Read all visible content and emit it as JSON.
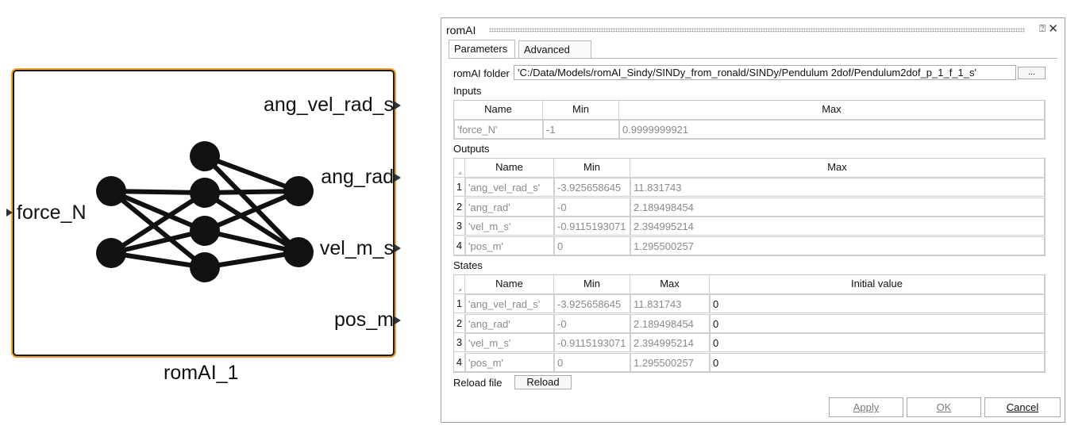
{
  "block": {
    "name": "romAI_1",
    "input_port": "force_N",
    "output_ports": [
      "ang_vel_rad_s",
      "ang_rad",
      "vel_m_s",
      "pos_m"
    ],
    "icon": "neural-network-icon"
  },
  "dialog": {
    "title": "romAI",
    "icons": {
      "help": "question-icon",
      "close": "close-icon"
    },
    "tabs": [
      "Parameters",
      "Advanced"
    ],
    "folder_label": "romAI folder",
    "folder_value": "'C:/Data/Models/romAI_Sindy/SINDy_from_ronald/SINDy/Pendulum 2dof/Pendulum2dof_p_1_f_1_s'",
    "browse_label": "...",
    "inputs": {
      "label": "Inputs",
      "columns": [
        "Name",
        "Min",
        "Max"
      ],
      "rows": [
        [
          "'force_N'",
          "-1",
          "0.9999999921"
        ]
      ]
    },
    "outputs": {
      "label": "Outputs",
      "columns": [
        "Name",
        "Min",
        "Max"
      ],
      "rows": [
        [
          "1",
          "'ang_vel_rad_s'",
          "-3.925658645",
          "11.831743"
        ],
        [
          "2",
          "'ang_rad'",
          "-0",
          "2.189498454"
        ],
        [
          "3",
          "'vel_m_s'",
          "-0.9115193071",
          "2.394995214"
        ],
        [
          "4",
          "'pos_m'",
          "0",
          "1.295500257"
        ]
      ]
    },
    "states": {
      "label": "States",
      "columns": [
        "Name",
        "Min",
        "Max",
        "Initial value"
      ],
      "rows": [
        [
          "1",
          "'ang_vel_rad_s'",
          "-3.925658645",
          "11.831743",
          "0"
        ],
        [
          "2",
          "'ang_rad'",
          "-0",
          "2.189498454",
          "0"
        ],
        [
          "3",
          "'vel_m_s'",
          "-0.9115193071",
          "2.394995214",
          "0"
        ],
        [
          "4",
          "'pos_m'",
          "0",
          "1.295500257",
          "0"
        ]
      ]
    },
    "reload_label": "Reload file",
    "reload_button": "Reload",
    "buttons": {
      "apply": "Apply",
      "ok": "OK",
      "cancel": "Cancel"
    }
  }
}
